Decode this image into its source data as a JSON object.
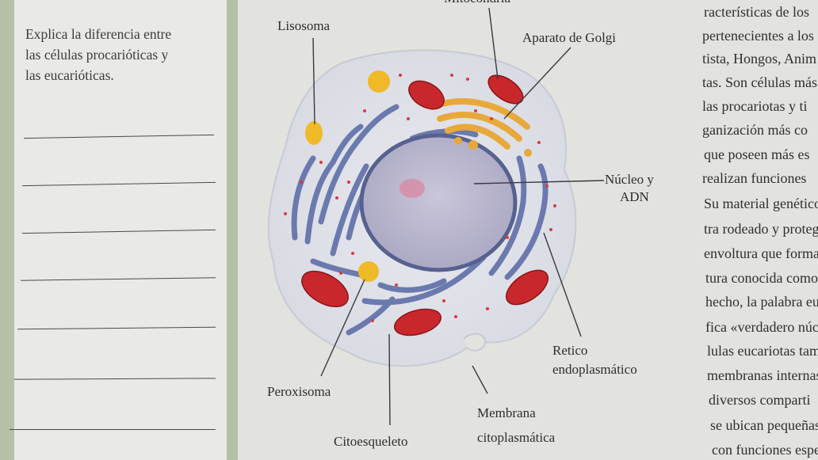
{
  "question": {
    "lines": [
      "Explica la diferencia entre",
      "las células procarióticas y",
      "las eucarióticas."
    ]
  },
  "answer_line_count": 7,
  "diagram": {
    "labels": {
      "top_cut": "Mitocondria",
      "lisosoma": "Lisosoma",
      "golgi": "Aparato de Golgi",
      "nucleo_line1": "Núcleo y",
      "nucleo_line2": "ADN",
      "retico_line1": "Retico",
      "retico_line2": "endoplasmático",
      "peroxisoma": "Peroxisoma",
      "membrana_line1": "Membrana",
      "membrana_line2": "citoplasmática",
      "citoesqueleto": "Citoesqueleto"
    }
  },
  "body_text": {
    "lines": [
      "racterísticas de los",
      "pertenecientes a los",
      "tista, Hongos, Anim",
      "tas. Son células más",
      "las procariotas y ti",
      "ganización más co",
      "que poseen más es",
      "realizan funciones",
      "Su material genético",
      "tra rodeado y protegi",
      "envoltura que forma",
      "tura conocida como",
      "hecho, la palabra euc",
      "fica «verdadero núcl",
      "lulas eucariotas tam",
      "membranas internas",
      "diversos comparti",
      "se ubican pequeñas",
      "con funciones espec"
    ]
  },
  "colors": {
    "page": "#e2e3df",
    "left_panel": "#e9eae6",
    "border_green": "#b3c0a5",
    "mitochondria": "#c8282c",
    "golgi": "#e8a93a",
    "er": "#5f6fa8",
    "nucleus": "#b9b6cf",
    "lysosome": "#f0b928"
  }
}
